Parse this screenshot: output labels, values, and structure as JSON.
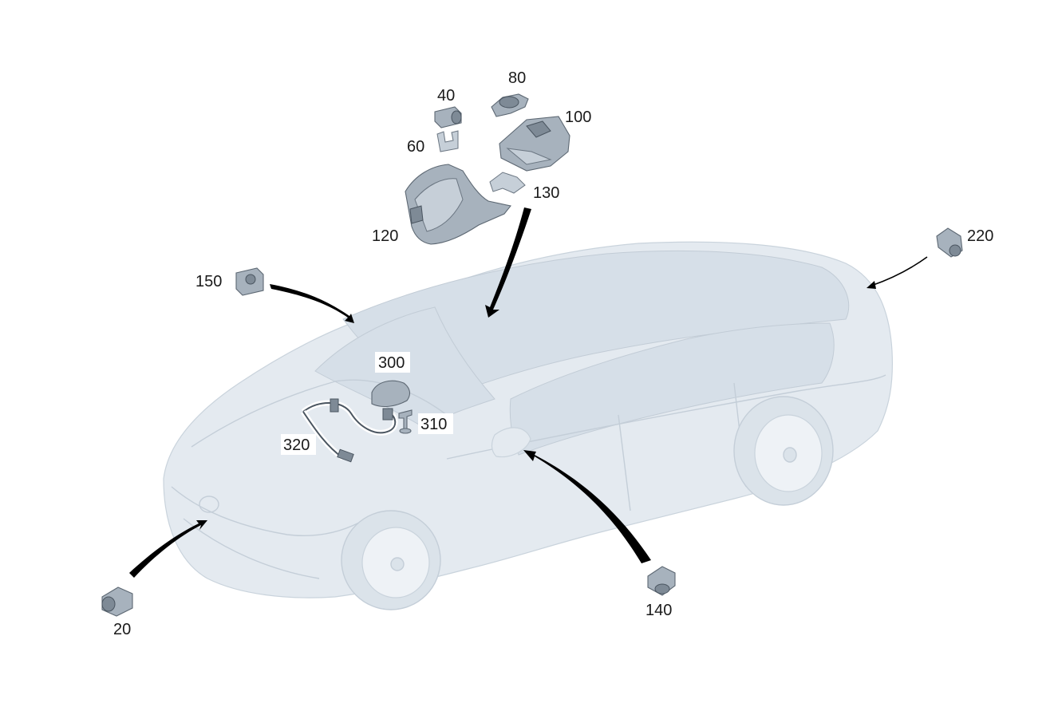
{
  "diagram": {
    "callouts": {
      "c20": "20",
      "c40": "40",
      "c60": "60",
      "c80": "80",
      "c100": "100",
      "c120": "120",
      "c130": "130",
      "c140": "140",
      "c150": "150",
      "c220": "220",
      "c300": "300",
      "c310": "310",
      "c320": "320"
    },
    "colors": {
      "car": "#e4eaf0",
      "part": "#a7b2bd",
      "leader": "#000000"
    }
  }
}
